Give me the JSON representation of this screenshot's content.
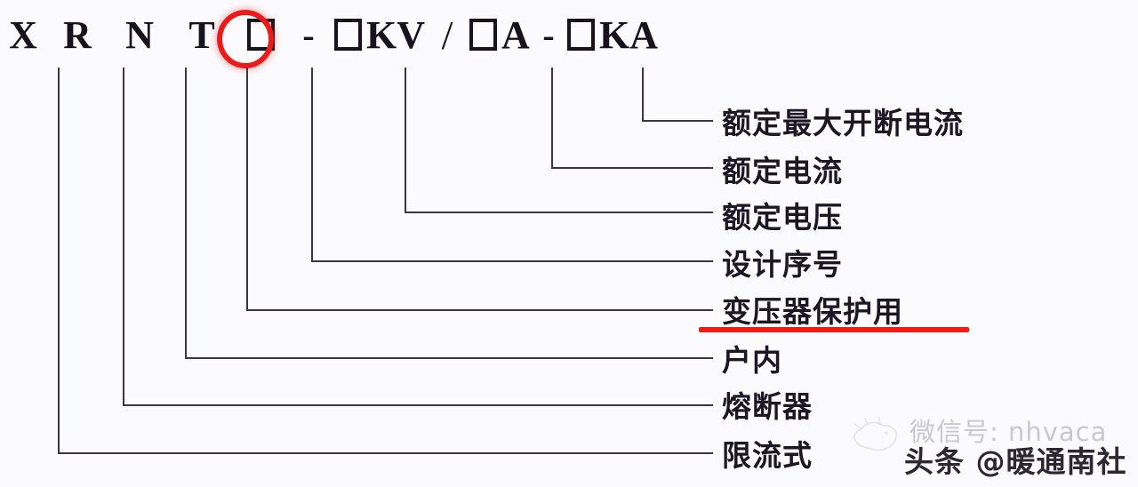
{
  "diagram": {
    "title_code": "XRNT□-□KV/□A-□KA",
    "highlight_letter": "T",
    "highlight_color": "#ec1b1b",
    "underline_color": "#f51b13",
    "line_color": "#3b3545",
    "background_color": "#fbfafc",
    "code_tokens": [
      {
        "id": "x",
        "text": "X",
        "type": "letter"
      },
      {
        "id": "r",
        "text": "R",
        "type": "letter"
      },
      {
        "id": "n",
        "text": "N",
        "type": "letter"
      },
      {
        "id": "t",
        "text": "T",
        "type": "letter-highlighted"
      },
      {
        "id": "box1",
        "text": "",
        "type": "box"
      },
      {
        "id": "dash1",
        "text": "-",
        "type": "separator"
      },
      {
        "id": "box2",
        "text": "",
        "type": "box"
      },
      {
        "id": "kv",
        "text": "KV",
        "type": "unit"
      },
      {
        "id": "slash",
        "text": "/",
        "type": "separator"
      },
      {
        "id": "box3",
        "text": "",
        "type": "box"
      },
      {
        "id": "a",
        "text": "A",
        "type": "unit"
      },
      {
        "id": "dash2",
        "text": "-",
        "type": "separator"
      },
      {
        "id": "box4",
        "text": "",
        "type": "box"
      },
      {
        "id": "ka",
        "text": "KA",
        "type": "unit"
      }
    ],
    "callouts": [
      {
        "id": "rated-max-breaking-current",
        "label": "额定最大开断电流",
        "source_token": "box4",
        "underlined": false
      },
      {
        "id": "rated-current",
        "label": "额定电流",
        "source_token": "box3",
        "underlined": false
      },
      {
        "id": "rated-voltage",
        "label": "额定电压",
        "source_token": "box2",
        "underlined": false
      },
      {
        "id": "design-serial-number",
        "label": "设计序号",
        "source_token": "box1",
        "underlined": false
      },
      {
        "id": "for-transformer-protection",
        "label": "变压器保护用",
        "source_token": "t",
        "underlined": true
      },
      {
        "id": "indoor",
        "label": "户内",
        "source_token": "n",
        "underlined": false
      },
      {
        "id": "fuse",
        "label": "熔断器",
        "source_token": "r",
        "underlined": false
      },
      {
        "id": "current-limiting-type",
        "label": "限流式",
        "source_token": "x",
        "underlined": false
      }
    ]
  },
  "watermark": {
    "wechat_line": "微信号: nhvaca",
    "toutiao_line": "头条 @暖通南社"
  }
}
